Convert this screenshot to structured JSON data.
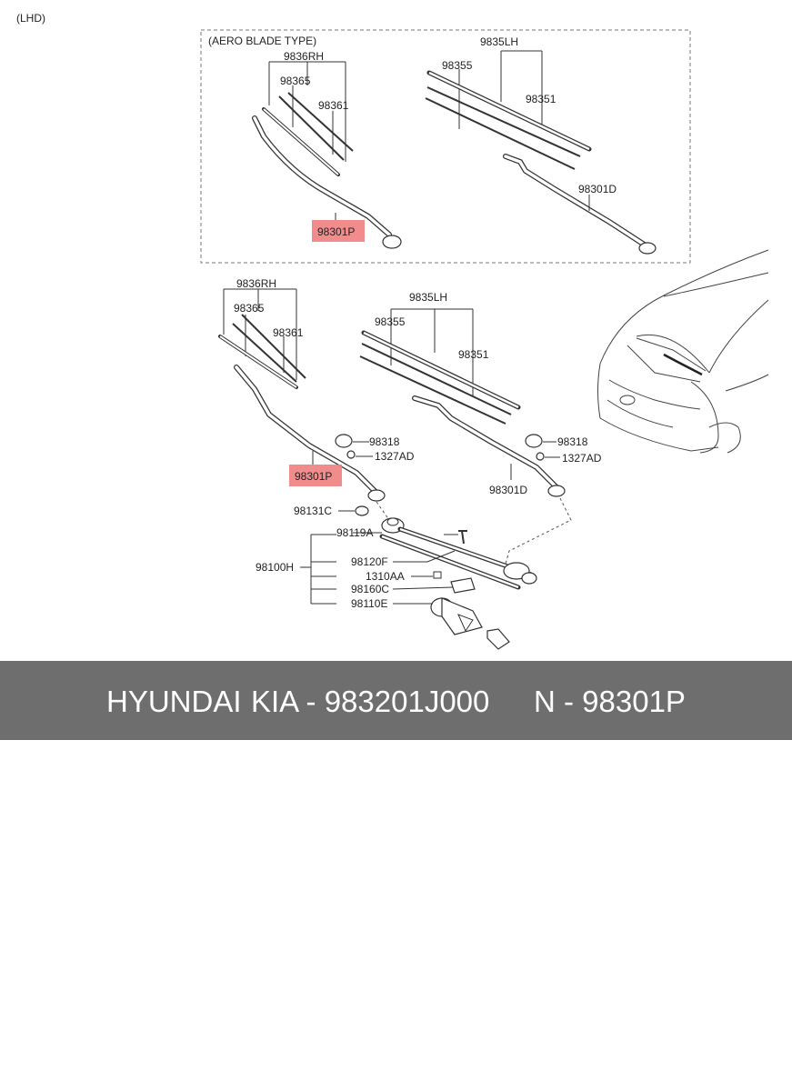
{
  "diagram": {
    "header_label": "(LHD)",
    "aero_section_title": "(AERO BLADE TYPE)",
    "highlight_color": "#f08080",
    "aero": {
      "rh_assembly": "9836RH",
      "rh_blade_refill_a": "98365",
      "rh_blade_refill_b": "98361",
      "lh_assembly": "9835LH",
      "lh_blade_refill_a": "98355",
      "lh_blade_refill_b": "98351",
      "rh_arm": "98301P",
      "lh_arm": "98301D"
    },
    "standard": {
      "rh_assembly": "9836RH",
      "rh_blade_refill_a": "98365",
      "rh_blade_refill_b": "98361",
      "lh_assembly": "9835LH",
      "lh_blade_refill_a": "98355",
      "lh_blade_refill_b": "98351",
      "cap_rh": "98318",
      "nut_rh": "1327AD",
      "cap_lh": "98318",
      "nut_lh": "1327AD",
      "rh_arm": "98301P",
      "lh_arm": "98301D",
      "pivot_cap": "98131C",
      "linkage_group": "98100H",
      "link_a": "98119A",
      "link_f": "98120F",
      "bolt": "1310AA",
      "bracket": "98160C",
      "motor": "98110E"
    }
  },
  "footer": {
    "brand": "HYUNDAI",
    "part_number": "KIA - 983201J000",
    "ref": "N - 98301P"
  }
}
